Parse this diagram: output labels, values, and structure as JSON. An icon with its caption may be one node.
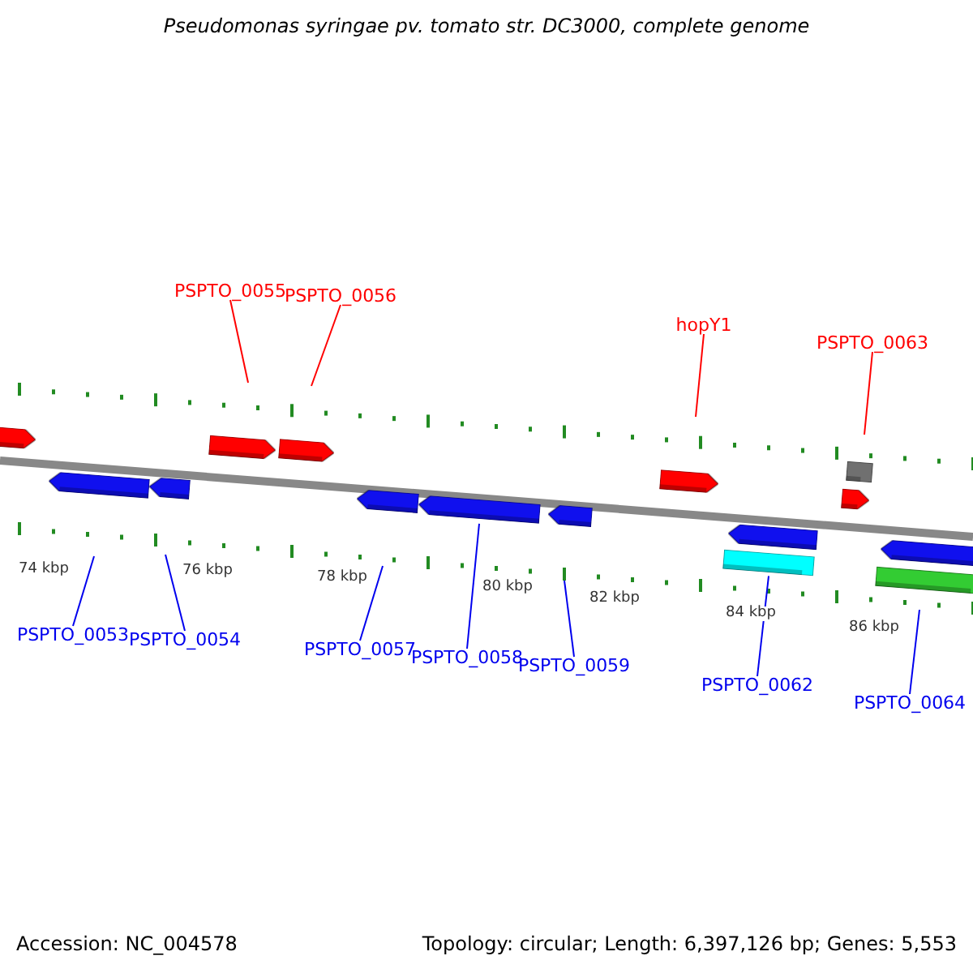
{
  "diagram": {
    "title": "Pseudomonas syringae pv. tomato str. DC3000, complete genome",
    "nodes": [
      {
        "text": [
          "PSPTO_0055"
        ]
      },
      {
        "text": [
          "PSPTO_0056"
        ]
      },
      {
        "text": [
          "hopY1"
        ]
      },
      {
        "text": [
          "PSPTO_0063"
        ]
      },
      {
        "text": [
          "PSPTO_0053"
        ]
      },
      {
        "text": [
          "PSPTO_0054"
        ]
      },
      {
        "text": [
          "PSPTO_0057"
        ]
      },
      {
        "text": [
          "PSPTO_0058"
        ]
      },
      {
        "text": [
          "PSPTO_0059"
        ]
      },
      {
        "text": [
          "PSPTO_0062"
        ]
      },
      {
        "text": [
          "PSPTO_0064"
        ]
      },
      {
        "text": [],
        "shape": "arrow"
      },
      {
        "text": [],
        "shape": "arrow"
      },
      {
        "text": [],
        "shape": "arrow"
      },
      {
        "text": [],
        "shape": "arrow"
      },
      {
        "text": [],
        "shape": "box"
      },
      {
        "text": [],
        "shape": "arrow"
      },
      {
        "text": [],
        "shape": "arrow"
      },
      {
        "text": [],
        "shape": "arrow"
      },
      {
        "text": [],
        "shape": "arrow"
      },
      {
        "text": [],
        "shape": "arrow"
      },
      {
        "text": [],
        "shape": "arrow"
      },
      {
        "text": [],
        "shape": "arrow"
      },
      {
        "text": [],
        "shape": "bar"
      },
      {
        "text": [],
        "shape": "arrow"
      },
      {
        "text": [],
        "shape": "bar"
      }
    ],
    "edges": [
      {
        "from": 0,
        "to": null,
        "arrow": "none",
        "color": "#ff0000"
      },
      {
        "from": 1,
        "to": null,
        "arrow": "none",
        "color": "#ff0000"
      },
      {
        "from": 2,
        "to": null,
        "arrow": "none",
        "color": "#ff0000"
      },
      {
        "from": 3,
        "to": null,
        "arrow": "none",
        "color": "#ff0000"
      },
      {
        "from": 4,
        "to": null,
        "arrow": "none"
      },
      {
        "from": 5,
        "to": null,
        "arrow": "none"
      },
      {
        "from": 6,
        "to": null,
        "arrow": "none"
      },
      {
        "from": 7,
        "to": 20,
        "arrow": "none"
      },
      {
        "from": 8,
        "to": null,
        "arrow": "none"
      },
      {
        "from": 9,
        "to": 23,
        "arrow": "none"
      },
      {
        "from": 10,
        "to": null,
        "arrow": "none"
      }
    ],
    "labels": [
      "74 kbp",
      "76 kbp",
      "78 kbp",
      "80 kbp",
      "82 kbp",
      "84 kbp",
      "86 kbp",
      "Accession: NC_004578",
      "Topology: circular; Length: 6,397,126 bp; Genes: 5,553"
    ]
  }
}
